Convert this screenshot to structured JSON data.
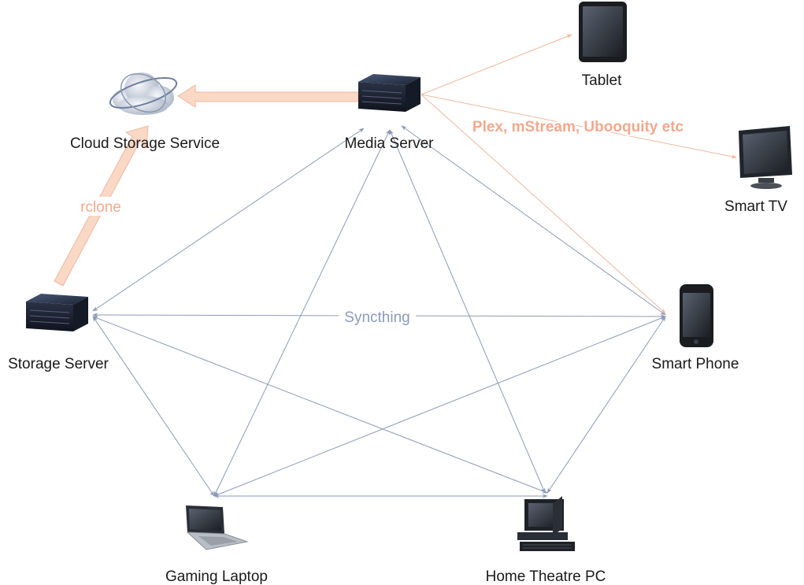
{
  "nodes": {
    "cloud": {
      "label": "Cloud Storage Service",
      "icon": "cloud-storage-icon"
    },
    "media": {
      "label": "Media Server",
      "icon": "server-icon"
    },
    "tablet": {
      "label": "Tablet",
      "icon": "tablet-icon"
    },
    "tv": {
      "label": "Smart TV",
      "icon": "monitor-icon"
    },
    "storage": {
      "label": "Storage Server",
      "icon": "server-icon"
    },
    "phone": {
      "label": "Smart Phone",
      "icon": "smartphone-icon"
    },
    "laptop": {
      "label": "Gaming Laptop",
      "icon": "laptop-icon"
    },
    "htpc": {
      "label": "Home Theatre PC",
      "icon": "desktop-pc-icon"
    }
  },
  "edge_labels": {
    "sync": "Syncthing",
    "rclone": "rclone",
    "streaming": "Plex, mStream, Ubooquity etc"
  },
  "colors": {
    "sync": "#8c9ab8",
    "stream": "#f0b8a0",
    "stream_text": "#f2a98e",
    "label": "#1a1a1a"
  }
}
